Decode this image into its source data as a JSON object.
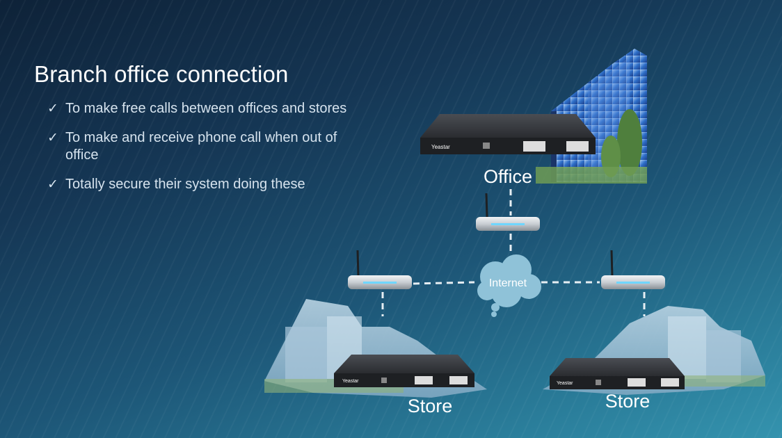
{
  "slide": {
    "title": "Branch office connection",
    "bullets": [
      "To make free calls between offices and stores",
      "To make and receive phone call when out of office",
      "Totally secure their system doing these"
    ],
    "check_icon": "check-icon"
  },
  "diagram": {
    "office_label": "Office",
    "internet_label": "Internet",
    "store_left_label": "Store",
    "store_right_label": "Store",
    "brand_label": "Yeastar",
    "colors": {
      "router_body": "#c9ced3",
      "router_led": "#6fd6ff",
      "pbx_body": "#2b2d31",
      "cloud": "#8fc2d8",
      "building_glass": "#2f6fc9",
      "link": "#e6eef3"
    }
  }
}
